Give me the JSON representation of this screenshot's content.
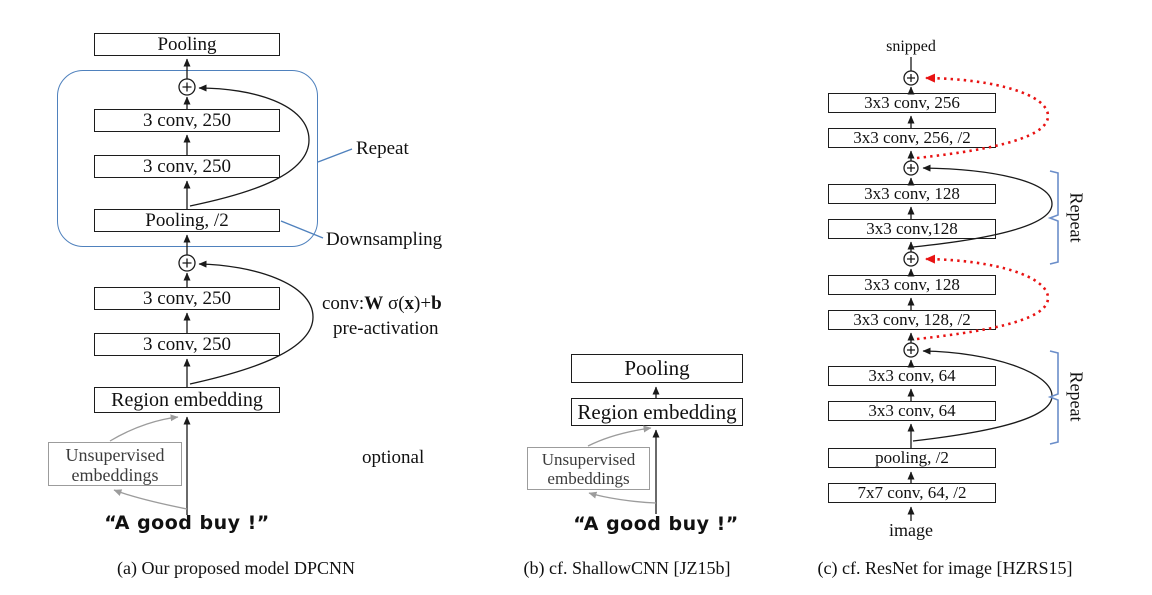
{
  "colors": {
    "accent_blue": "#4f81bd",
    "shortcut_red": "#e81313",
    "gray": "#9c9c9c",
    "line_black": "#1a1a1a"
  },
  "icons": {
    "plus_circle_icon": "⊕"
  },
  "diagram_a": {
    "caption": "(a)  Our proposed model DPCNN",
    "top_pooling": "Pooling",
    "block_conv1": "3 conv, 250",
    "block_conv2": "3 conv, 250",
    "block_pooling": "Pooling, /2",
    "conv3": "3 conv, 250",
    "conv4": "3 conv, 250",
    "region_embedding": "Region embedding",
    "unsupervised_line1": "Unsupervised",
    "unsupervised_line2": "embeddings",
    "input_text": "“A good buy !”",
    "repeat_label": "Repeat",
    "downsampling_label": "Downsampling",
    "formula": {
      "t1": "conv:",
      "w": "W",
      "t2": " σ(",
      "x": "x",
      "t3": ")+",
      "b": "b"
    },
    "pre_activation": "pre-activation",
    "optional_label": "optional"
  },
  "diagram_b": {
    "caption": "(b)  cf. ShallowCNN [JZ15b]",
    "pooling": "Pooling",
    "region_embedding": "Region embedding",
    "unsupervised_line1": "Unsupervised",
    "unsupervised_line2": "embeddings",
    "input_text": "“A good buy !”"
  },
  "diagram_c": {
    "caption": "(c)  cf. ResNet for image [HZRS15]",
    "snipped": "snipped",
    "boxes": [
      "3x3 conv, 256",
      "3x3 conv, 256, /2",
      "3x3 conv, 128",
      "3x3 conv,128",
      "3x3 conv, 128",
      "3x3 conv, 128, /2",
      "3x3 conv, 64",
      "3x3 conv, 64",
      "pooling, /2",
      "7x7 conv, 64, /2"
    ],
    "image_label": "image",
    "repeat_label_1": "Repeat",
    "repeat_label_2": "Repeat"
  }
}
